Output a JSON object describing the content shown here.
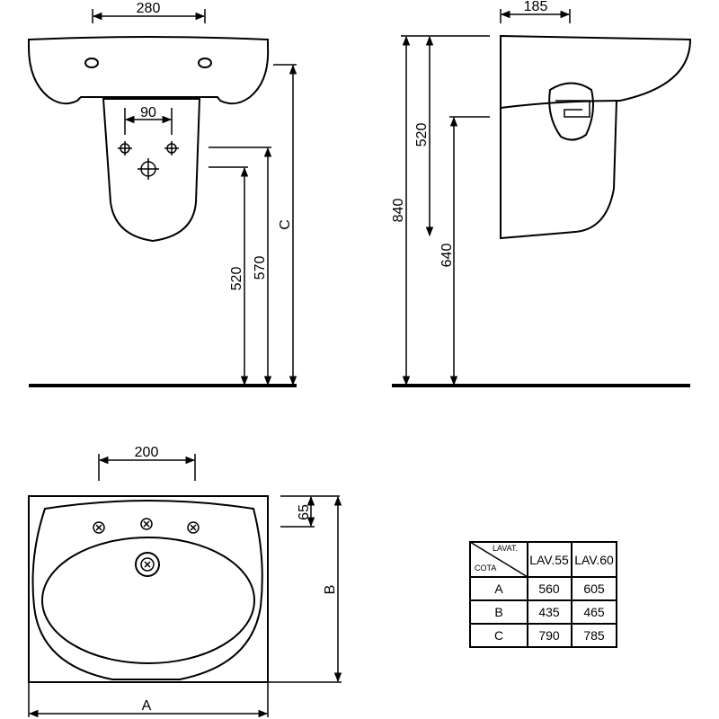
{
  "front_view": {
    "dim_basin_width": "280",
    "dim_tap_spacing": "90",
    "dim_520": "520",
    "dim_570": "570",
    "dim_c": "C"
  },
  "side_view": {
    "dim_depth": "185",
    "dim_520": "520",
    "dim_840": "840",
    "dim_640": "640"
  },
  "top_view": {
    "dim_200": "200",
    "dim_65": "65",
    "dim_b": "B",
    "dim_a": "A"
  },
  "table": {
    "corner_top": "LAVAT.",
    "corner_bottom": "COTA",
    "headers": [
      "LAV.55",
      "LAV.60"
    ],
    "rows": [
      {
        "label": "A",
        "values": [
          "560",
          "605"
        ]
      },
      {
        "label": "B",
        "values": [
          "435",
          "465"
        ]
      },
      {
        "label": "C",
        "values": [
          "790",
          "785"
        ]
      }
    ]
  }
}
